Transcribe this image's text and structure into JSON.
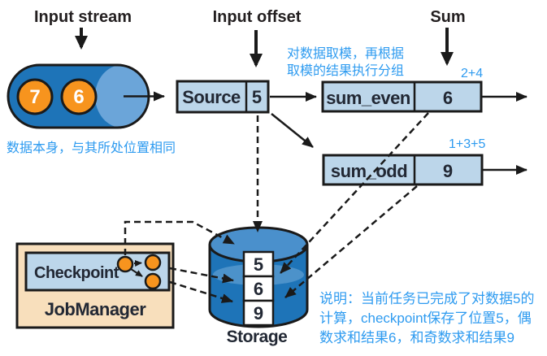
{
  "labels": {
    "input_stream": "Input stream",
    "input_offset": "Input offset",
    "sum": "Sum",
    "storage": "Storage",
    "jobmanager": "JobManager",
    "checkpoint": "Checkpoint"
  },
  "stream": {
    "values": [
      "7",
      "6"
    ]
  },
  "nodes": {
    "source": {
      "label": "Source",
      "value": "5"
    },
    "sum_even": {
      "label": "sum_even",
      "value": "6"
    },
    "sum_odd": {
      "label": "sum_odd",
      "value": "9"
    }
  },
  "storage_cells": [
    "5",
    "6",
    "9"
  ],
  "annotations": {
    "stream_note": "数据本身，与其所处位置相同",
    "mod_note_lines": [
      "对数据取模，再根据",
      "取模的结果执行分组"
    ],
    "even_sum": "2+4",
    "odd_sum": "1+3+5",
    "explain_lines": [
      "说明：当前任务已完成了对数据5的",
      "计算，checkpoint保存了位置5，偶",
      "数求和结果6，和奇数求和结果9"
    ]
  },
  "colors": {
    "pipe_blue": "#1E74B8",
    "pipe_cap": "#6BA5D9",
    "storage_top": "#4A90CC",
    "box_fill": "#BCD6EA",
    "jobmanager_fill": "#F8DFBC",
    "orange": "#F7941E",
    "annotation_blue": "#2E9BF0",
    "outline": "#1a1a1a"
  }
}
